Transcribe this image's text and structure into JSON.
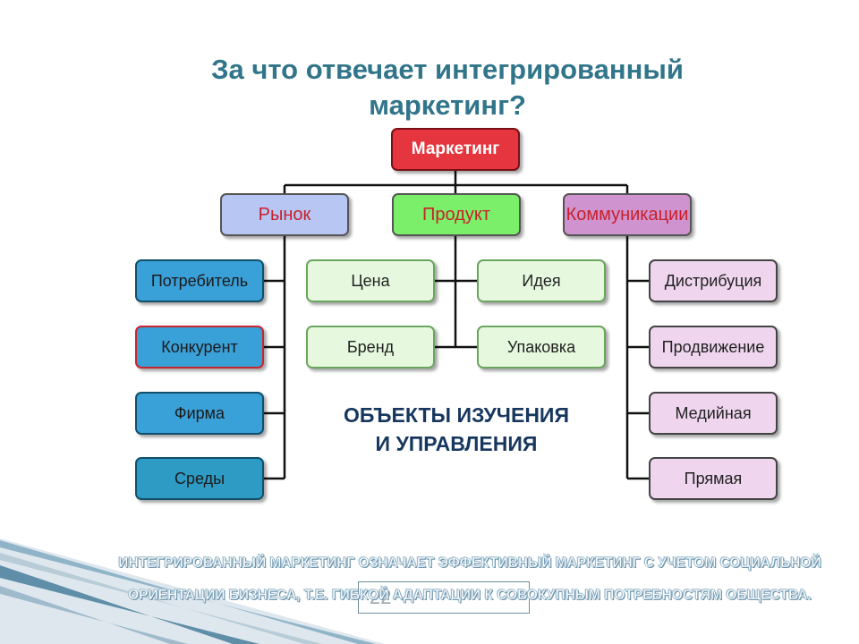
{
  "title": {
    "line1": "За что отвечает интегрированный",
    "line2": "маркетинг?"
  },
  "diagram": {
    "root": "Маркетинг",
    "categories": {
      "market": "Рынок",
      "product": "Продукт",
      "communications": "Коммуникации"
    },
    "market_items": [
      "Потребитель",
      "Конкурент",
      "Фирма",
      "Среды"
    ],
    "product_items": [
      "Цена",
      "Идея",
      "Бренд",
      "Упаковка"
    ],
    "communication_items": [
      "Дистрибуция",
      "Продвижение",
      "Медийная",
      "Прямая"
    ]
  },
  "objects_caption": {
    "line1": "ОБЪЕКТЫ ИЗУЧЕНИЯ",
    "line2": "И УПРАВЛЕНИЯ"
  },
  "footer": {
    "line1": "ИНТЕГРИРОВАННЫЙ МАРКЕТИНГ ОЗНАЧАЕТ ЭФФЕКТИВНЫЙ МАРКЕТИНГ С УЧЕТОМ СОЦИАЛЬНОЙ",
    "line2": "ОРИЕНТАЦИИ БИЗНЕСА, Т.Е. ГИБКОЙ АДАПТАЦИИ К СОВОКУПНЫМ ПОТРЕБНОСТЯМ ОБЩЕСТВА."
  },
  "page_number": "22",
  "colors": {
    "title": "#31758a",
    "root_fill": "#e5363f",
    "category_text": "#c8202a",
    "market_fill": "#b8c6f4",
    "product_fill": "#7cef6a",
    "communications_fill": "#cf93cf",
    "blue_item": "#3aa0d8",
    "green_item": "#e6f9df",
    "pink_item": "#efd6ee"
  }
}
